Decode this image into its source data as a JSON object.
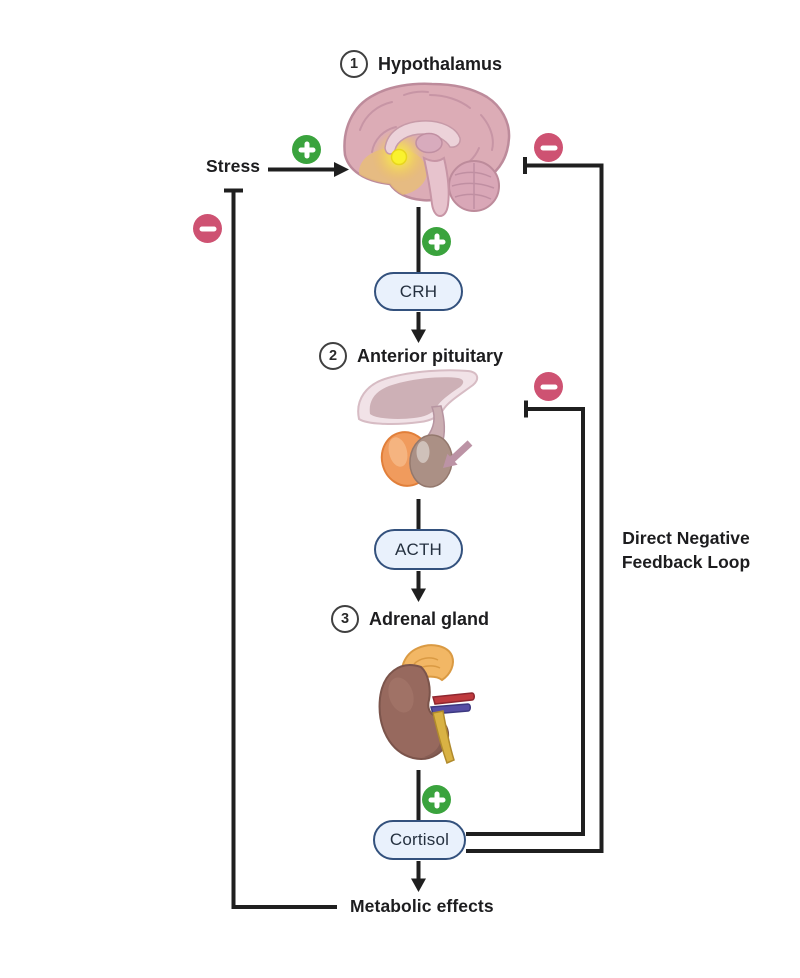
{
  "steps": [
    {
      "number": "1",
      "label": "Hypothalamus"
    },
    {
      "number": "2",
      "label": "Anterior pituitary"
    },
    {
      "number": "3",
      "label": "Adrenal gland"
    }
  ],
  "labels": {
    "stress": "Stress",
    "metabolic_effects": "Metabolic effects",
    "feedback_line1": "Direct Negative",
    "feedback_line2": "Feedback Loop"
  },
  "hormones": {
    "crh": "CRH",
    "acth": "ACTH",
    "cortisol": "Cortisol"
  },
  "icons": {
    "stimulation": "plus-circle",
    "inhibition": "minus-circle"
  },
  "colors": {
    "stimulation_green": "#3aa33d",
    "inhibition_rose": "#ce5272",
    "line_dark": "#1f1f1f",
    "pill_fill": "#e9f1fc",
    "pill_border": "#33517d"
  }
}
